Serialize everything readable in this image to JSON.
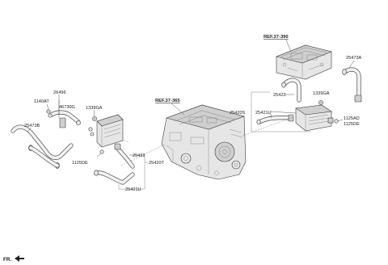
{
  "diagram": {
    "refs": {
      "ref_top_right": "REF.37-390",
      "ref_center": "REF.37-365"
    },
    "labels": {
      "p26496": "26496",
      "p1140AT": "1140AT",
      "p46730G": "46730G",
      "p1339GA_left": "1339GA",
      "p25473B": "25473B",
      "p1125DE_left": "1125DE",
      "p25422_left": "25422",
      "p25420T": "25420T",
      "p25421U_left": "25421U",
      "p25473A": "25473A",
      "p25422_right": "25422",
      "p1339GA_right": "1339GA",
      "p25420S": "25420S",
      "p25421U_right": "25421U",
      "p1125AD": "1125AD",
      "p1125DE_right": "1125DE"
    },
    "corner": {
      "fr": "FR."
    }
  }
}
